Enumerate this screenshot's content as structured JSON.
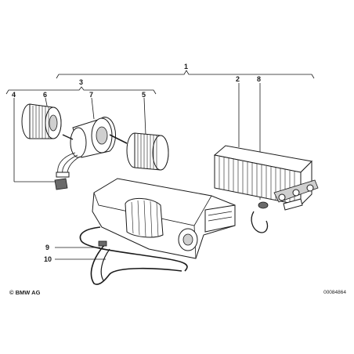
{
  "labels": {
    "l1": "1",
    "l2": "2",
    "l3": "3",
    "l4": "4",
    "l5": "5",
    "l6": "6",
    "l7": "7",
    "l8": "8",
    "l9": "9",
    "l10": "10"
  },
  "footer": {
    "copyright": "© BMW AG",
    "doc_id": "00084864"
  }
}
